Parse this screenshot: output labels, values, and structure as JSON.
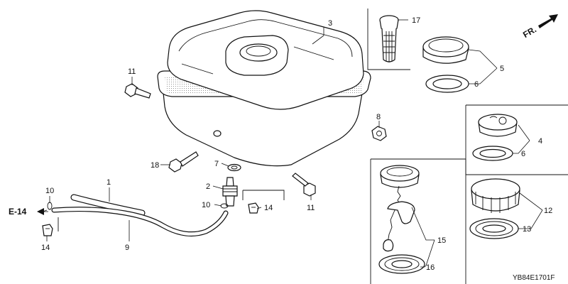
{
  "labels": {
    "tank": "3",
    "fuel_strainer": "17",
    "filler_cap_assembly_top": "5",
    "cap_gasket_top": "6",
    "flange_bolt_left": "11",
    "flange_bolt_right": "11",
    "nut": "8",
    "cap_assembly_mid": "4",
    "cap_gasket_mid": "6",
    "bolt_18": "18",
    "washer_7": "7",
    "fuel_cock": "2",
    "clip_10_lower": "10",
    "clip_14_center": "14",
    "fuel_tube": "1",
    "clip_10_left": "10",
    "clip_14_left": "14",
    "tube_9": "9",
    "cap_assembly_low": "12",
    "cap_gasket_low": "13",
    "cap_with_strap": "15",
    "gasket_16": "16"
  },
  "ref_code": "E-14",
  "diagram_id": "YB84E1701F",
  "direction": "FR."
}
